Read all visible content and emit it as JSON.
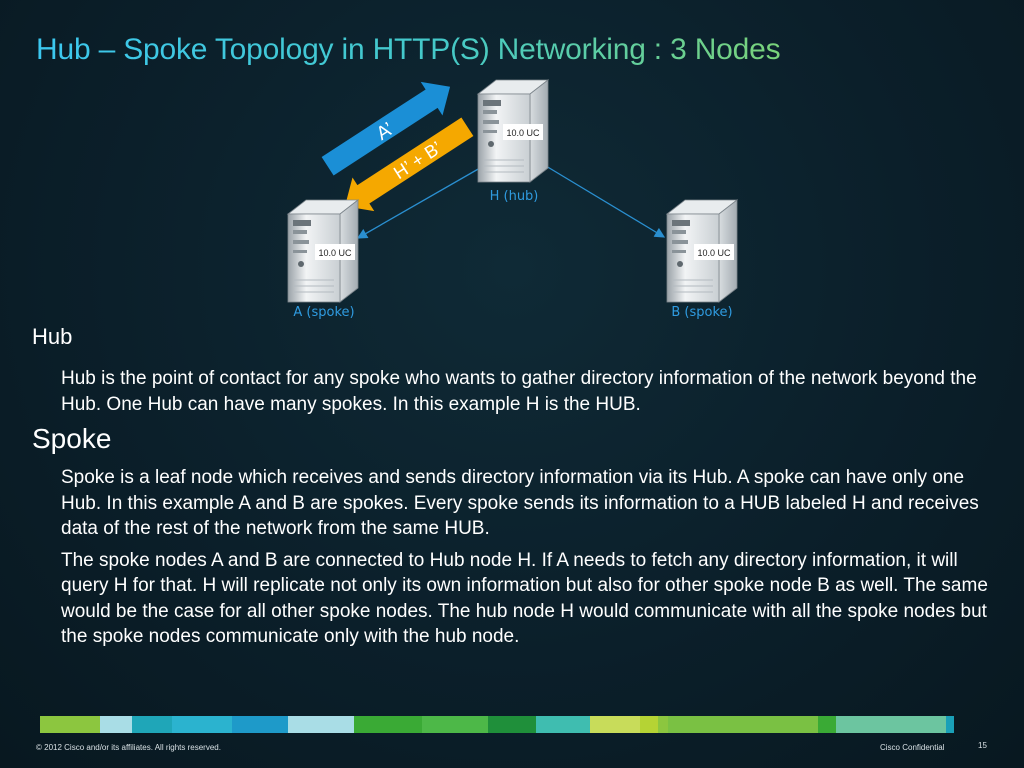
{
  "title": {
    "hub": "Hub",
    "dash": " – ",
    "rest": "Spoke Topology in HTTP(S) Networking : 3 Nodes"
  },
  "diagram": {
    "server_badge": "10.0 UC",
    "hub_label": "H (hub)",
    "spoke_a_label": "A (spoke)",
    "spoke_b_label": "B (spoke)",
    "arrow_up_label": "A’",
    "arrow_down_label": "H’ + B’",
    "colors": {
      "arrow_up": "#1b8fd6",
      "arrow_down": "#f5a800",
      "link": "#2a8fd0"
    }
  },
  "sections": {
    "hub_heading": "Hub",
    "hub_text": "Hub is the point of contact  for any spoke who wants to gather directory information of the network beyond the Hub. One Hub can have many spokes. In this example H is the HUB.",
    "spoke_heading": "Spoke",
    "spoke_text_1": "Spoke is a leaf node which receives and sends directory information via its Hub. A spoke can have only one Hub. In this example A and B are spokes. Every spoke sends its information to a HUB labeled H and receives data of the rest of the network from the same HUB.",
    "spoke_text_2": "The spoke nodes A and B are connected to Hub node H. If A needs to fetch any directory information, it will query H for that. H will replicate not only its own information but also for other spoke node B as well. The same would be the case for all other spoke nodes. The hub node H would communicate with all the spoke nodes but the spoke nodes communicate only with the hub node."
  },
  "footer": {
    "copyright": "© 2012 Cisco and/or its affiliates. All rights reserved.",
    "confidential": "Cisco Confidential",
    "page_number": "15"
  },
  "stripe_colors": [
    "#8cc63f",
    "#a9dde6",
    "#1fa6b8",
    "#2bb3cf",
    "#1e9ac9",
    "#a9dde6",
    "#3aaa35",
    "#4db848",
    "#1f8f3a",
    "#3fbdb0",
    "#c8dc5a",
    "#b5d334",
    "#8cc63f",
    "#7ac143",
    "#3aaa35",
    "#6cc5a0",
    "#1aa0b8"
  ]
}
